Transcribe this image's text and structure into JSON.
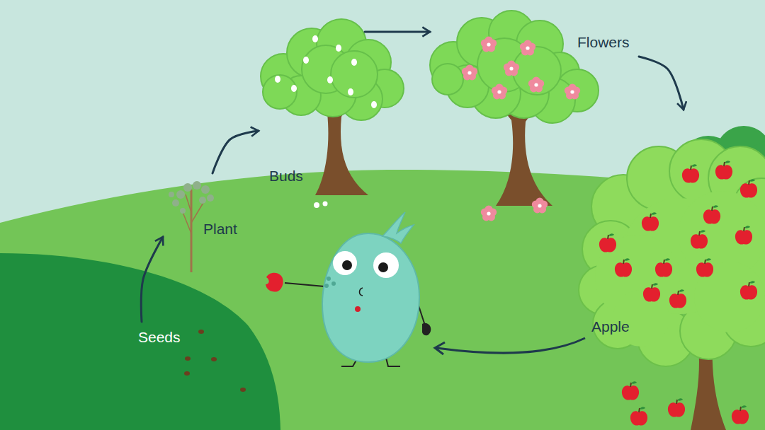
{
  "diagram": {
    "nodes": [
      {
        "text": [
          "Seeds"
        ]
      },
      {
        "text": [
          "Plant"
        ]
      },
      {
        "text": [
          "Buds"
        ]
      },
      {
        "text": [
          "Flowers"
        ]
      },
      {
        "text": [
          "Apple"
        ]
      }
    ],
    "edges": [
      {
        "from": 0,
        "to": 1,
        "arrow": "to"
      },
      {
        "from": 1,
        "to": 2,
        "arrow": "to"
      },
      {
        "from": 2,
        "to": 3,
        "arrow": "to"
      },
      {
        "from": 3,
        "to": 4,
        "arrow": "to"
      }
    ]
  }
}
